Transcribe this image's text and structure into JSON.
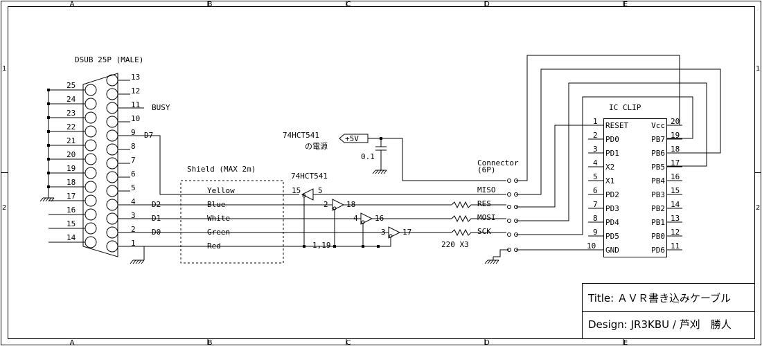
{
  "frame": {
    "col_markers": [
      "A",
      "B",
      "C",
      "D",
      "E"
    ],
    "row_markers": [
      "1",
      "2"
    ]
  },
  "dsub": {
    "title": "DSUB 25P (MALE)",
    "top_row_pins": [
      "13",
      "12",
      "11",
      "10",
      "9",
      "8",
      "7",
      "6",
      "5",
      "4",
      "3",
      "2",
      "1"
    ],
    "bottom_row_pins": [
      "25",
      "24",
      "23",
      "22",
      "21",
      "20",
      "19",
      "18",
      "17",
      "16",
      "15",
      "14"
    ]
  },
  "signals": {
    "busy": "BUSY",
    "d7": "D7",
    "d2": "D2",
    "d1": "D1",
    "d0": "D0"
  },
  "cable": {
    "title": "Shield (MAX 2m)",
    "wires": [
      "Yellow",
      "Blue",
      "White",
      "Green",
      "Red"
    ]
  },
  "buffer": {
    "chip": "74HCT541",
    "power_note_line1": "74HCT541",
    "power_note_line2": "の電源",
    "supply": "+5V",
    "cap": "0.1",
    "pins": {
      "in_yellow": "15",
      "out_miso": "5",
      "in_blue": "2",
      "out_blue": "18",
      "in_white": "4",
      "out_white": "16",
      "in_green": "3",
      "out_green": "17",
      "gnd": "1,19"
    }
  },
  "resistors": {
    "label": "220 X3"
  },
  "connector": {
    "title_line1": "Connector",
    "title_line2": "(6P)",
    "pins": [
      "MISO",
      "RES",
      "MOSI",
      "SCK"
    ]
  },
  "ic": {
    "title": "IC CLIP",
    "left_numbers": [
      "1",
      "2",
      "3",
      "4",
      "5",
      "6",
      "7",
      "8",
      "9",
      "10"
    ],
    "left_names": [
      "RESET",
      "PD0",
      "PD1",
      "X2",
      "X1",
      "PD2",
      "PD3",
      "PD4",
      "PD5",
      "GND"
    ],
    "right_numbers": [
      "20",
      "19",
      "18",
      "17",
      "16",
      "15",
      "14",
      "13",
      "12",
      "11"
    ],
    "right_names": [
      "Vcc",
      "PB7",
      "PB6",
      "PB5",
      "PB4",
      "PB3",
      "PB2",
      "PB1",
      "PB0",
      "PD6"
    ]
  },
  "title_block": {
    "title": "Title: ＡＶＲ書き込みケーブル",
    "design": "Design: JR3KBU / 芦刈　勝人"
  }
}
